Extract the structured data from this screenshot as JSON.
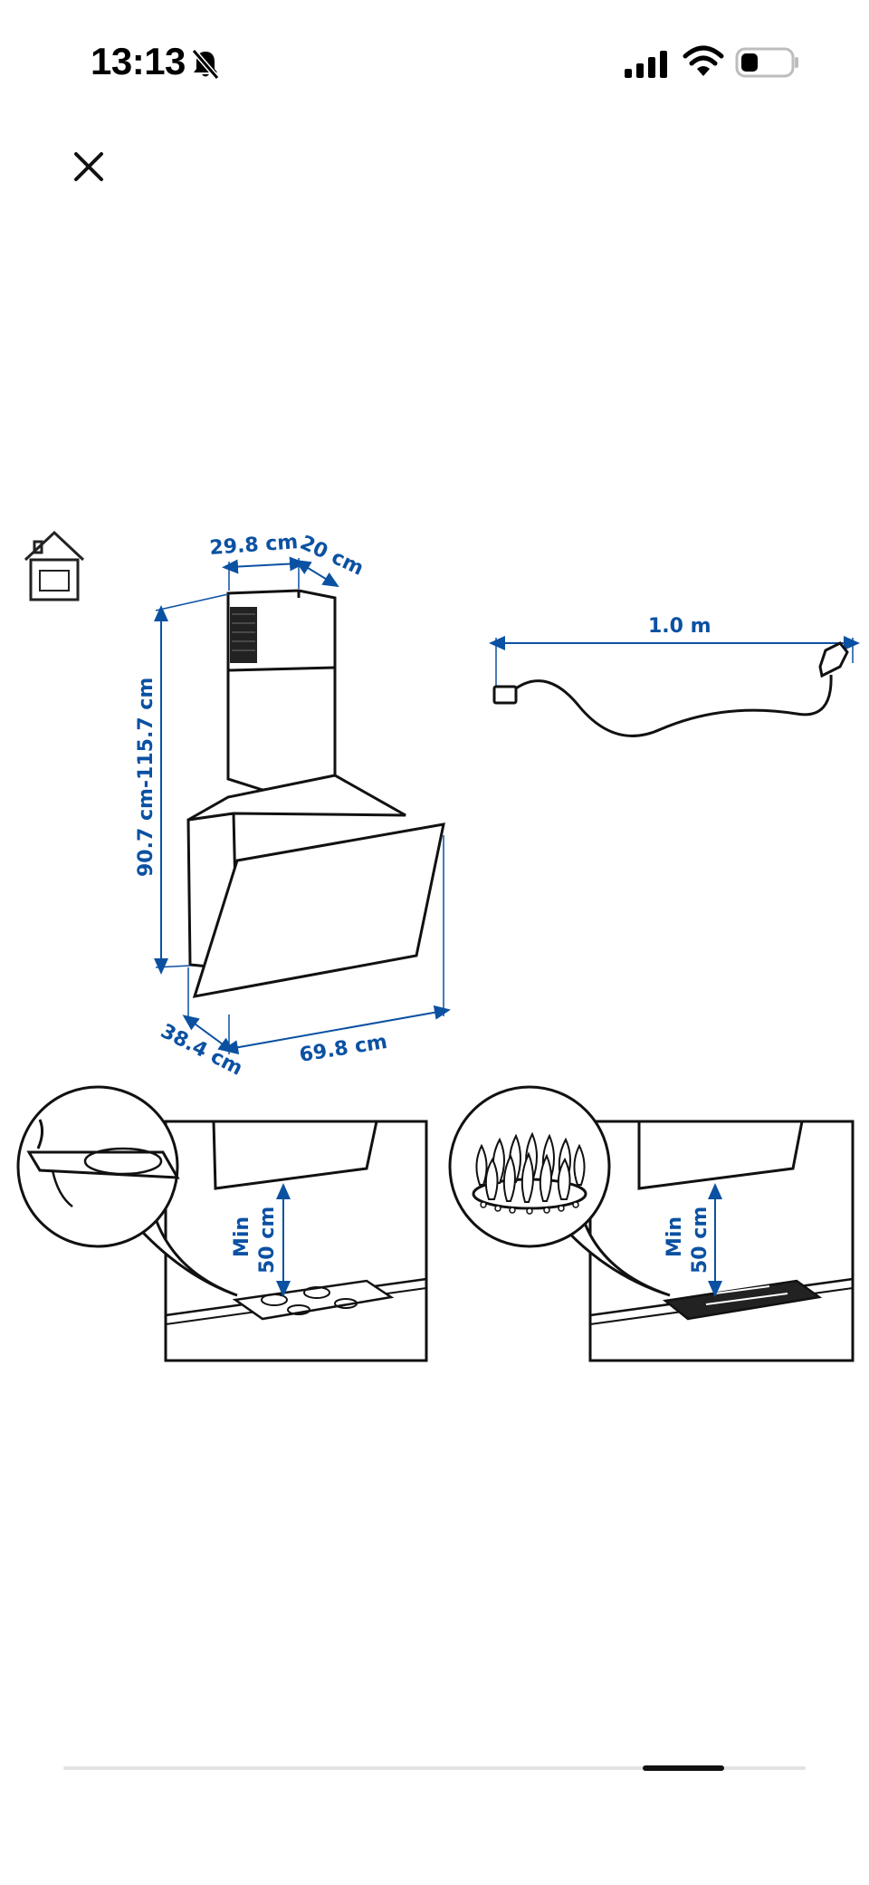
{
  "status": {
    "time": "13:13",
    "icons": [
      "bell-slash-icon",
      "cellular-signal-icon",
      "wifi-icon",
      "battery-icon"
    ]
  },
  "toolbar": {
    "close_icon": "close-icon"
  },
  "drawing": {
    "accent_color": "#0b51a2",
    "icons": [
      "house-ventilation-icon"
    ],
    "dimensions": {
      "chimney_width": "29.8 cm",
      "chimney_depth": "20 cm",
      "height_range": "90.7 cm-115.7 cm",
      "depth": "38.4 cm",
      "width": "69.8 cm",
      "cable_length": "1.0 m"
    },
    "installation": {
      "electric_cooktop": {
        "label_line1": "Min",
        "label_line2": "50 cm"
      },
      "gas_cooktop": {
        "label_line1": "Min",
        "label_line2": "50 cm"
      }
    }
  },
  "scroll": {
    "position": 0.82
  }
}
